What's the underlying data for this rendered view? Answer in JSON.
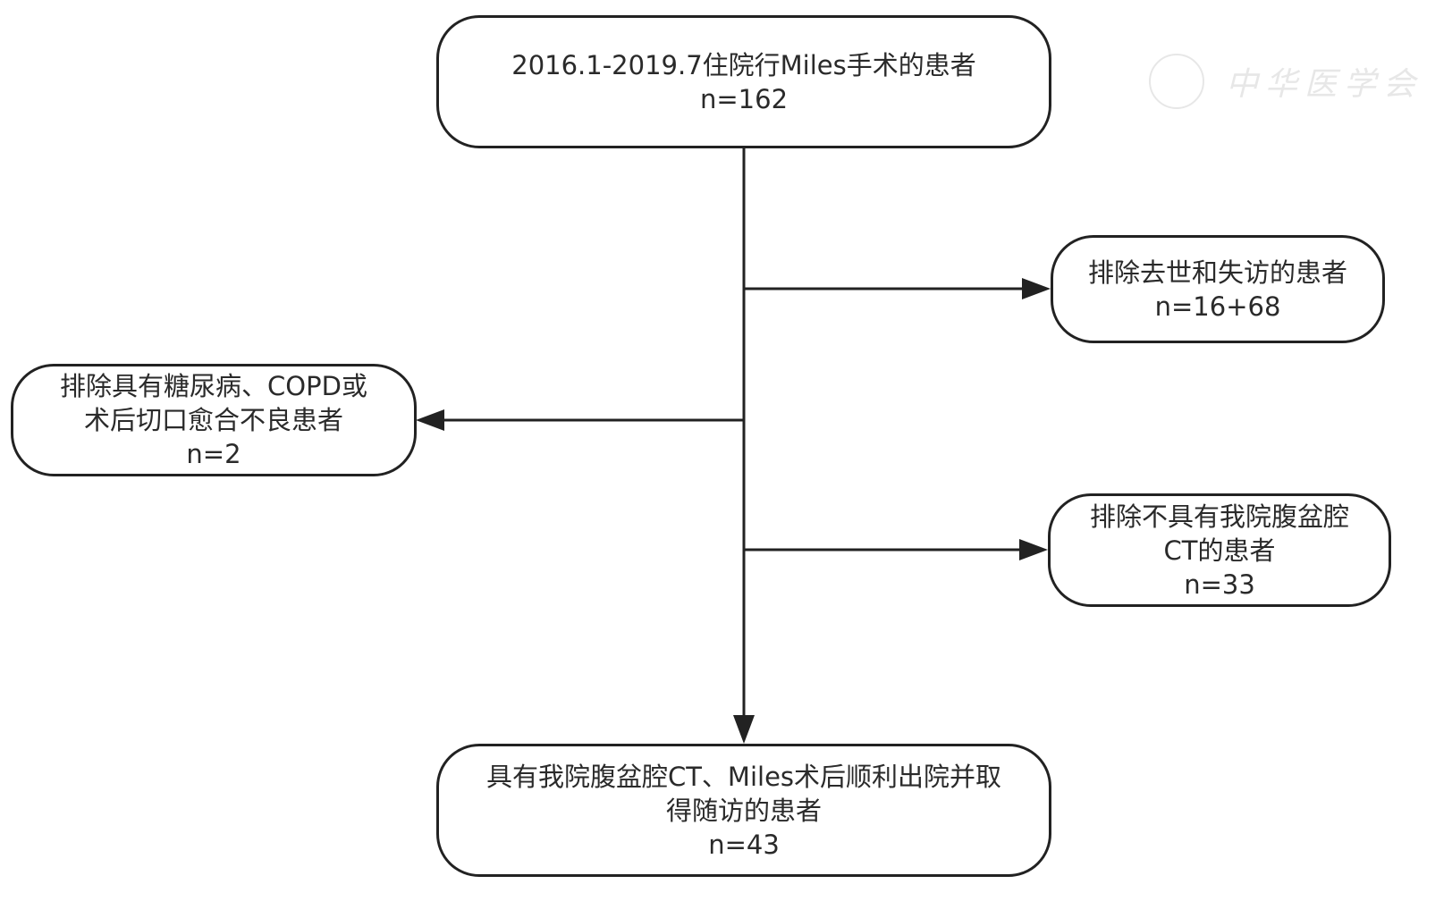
{
  "boxes": {
    "start": {
      "line1": "2016.1-2019.7住院行Miles手术的患者",
      "count": "n=162"
    },
    "exclude_death_lost": {
      "line1": "排除去世和失访的患者",
      "count": "n=16+68"
    },
    "exclude_comorbidity": {
      "line1": "排除具有糖尿病、COPD或",
      "line2": "术后切口愈合不良患者",
      "count": "n=2"
    },
    "exclude_no_ct": {
      "line1": "排除不具有我院腹盆腔",
      "line2": "CT的患者",
      "count": "n=33"
    },
    "final": {
      "line1": "具有我院腹盆腔CT、Miles术后顺利出院并取",
      "line2": "得随访的患者",
      "count": "n=43"
    }
  },
  "watermark": {
    "text": "中华医学会"
  }
}
